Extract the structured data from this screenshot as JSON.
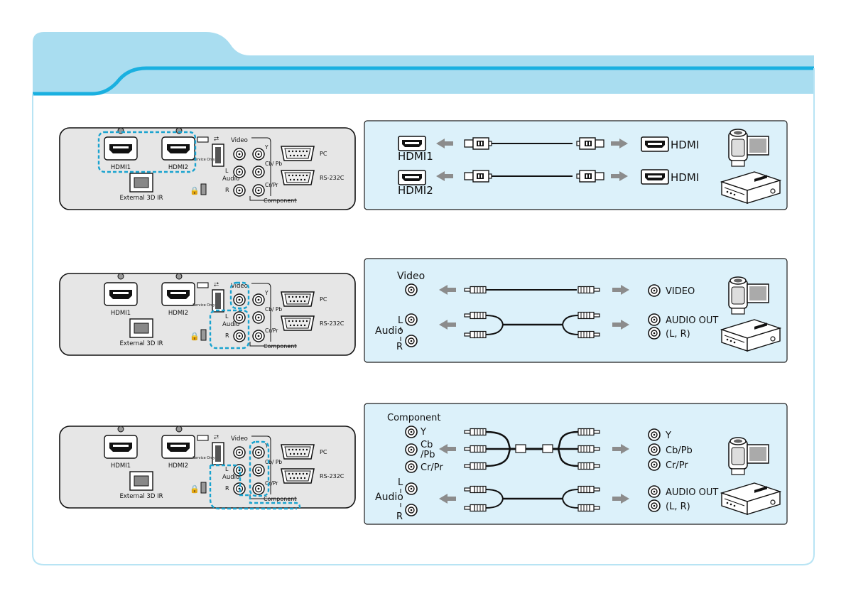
{
  "colors": {
    "header_light": "#a9ddf0",
    "header_accent": "#1ab0e0",
    "frame_border": "#b8e4f4",
    "panel_fill": "#dcf1fa",
    "panel_border": "#1e1e1e",
    "projector_fill": "#e6e6e6",
    "dash_highlight": "#1aa3cf",
    "arrow_grey": "#8c8c8c"
  },
  "projector": {
    "hdmi1": "HDMI1",
    "hdmi2": "HDMI2",
    "external_3d_ir": "External 3D IR",
    "service_only": "Service Only",
    "video": "Video",
    "audio": "Audio",
    "audio_l": "L",
    "audio_r": "R",
    "y": "Y",
    "cb_pb": "Cb/ Pb",
    "cr_pr": "Cr/Pr",
    "component": "Component",
    "pc": "PC",
    "rs232c": "RS-232C"
  },
  "rows": [
    {
      "id": "hdmi",
      "left_labels": [
        "HDMI1",
        "HDMI2"
      ],
      "right_labels": [
        "HDMI",
        "HDMI"
      ],
      "devices": [
        "camcorder-icon",
        "video-player-icon"
      ]
    },
    {
      "id": "video",
      "left_title": "Video",
      "audio_label": "Audio",
      "audio_l": "L",
      "audio_r": "R",
      "right_labels": [
        "VIDEO",
        "AUDIO OUT",
        "(L, R)"
      ],
      "devices": [
        "camcorder-icon",
        "video-player-icon"
      ]
    },
    {
      "id": "component",
      "left_title": "Component",
      "component_labels": [
        "Y",
        "Cb",
        "/Pb",
        "Cr/Pr"
      ],
      "audio_label": "Audio",
      "audio_l": "L",
      "audio_r": "R",
      "right_labels": [
        "Y",
        "Cb/Pb",
        "Cr/Pr",
        "AUDIO OUT",
        "(L, R)"
      ],
      "devices": [
        "camcorder-icon",
        "video-player-icon"
      ]
    }
  ]
}
